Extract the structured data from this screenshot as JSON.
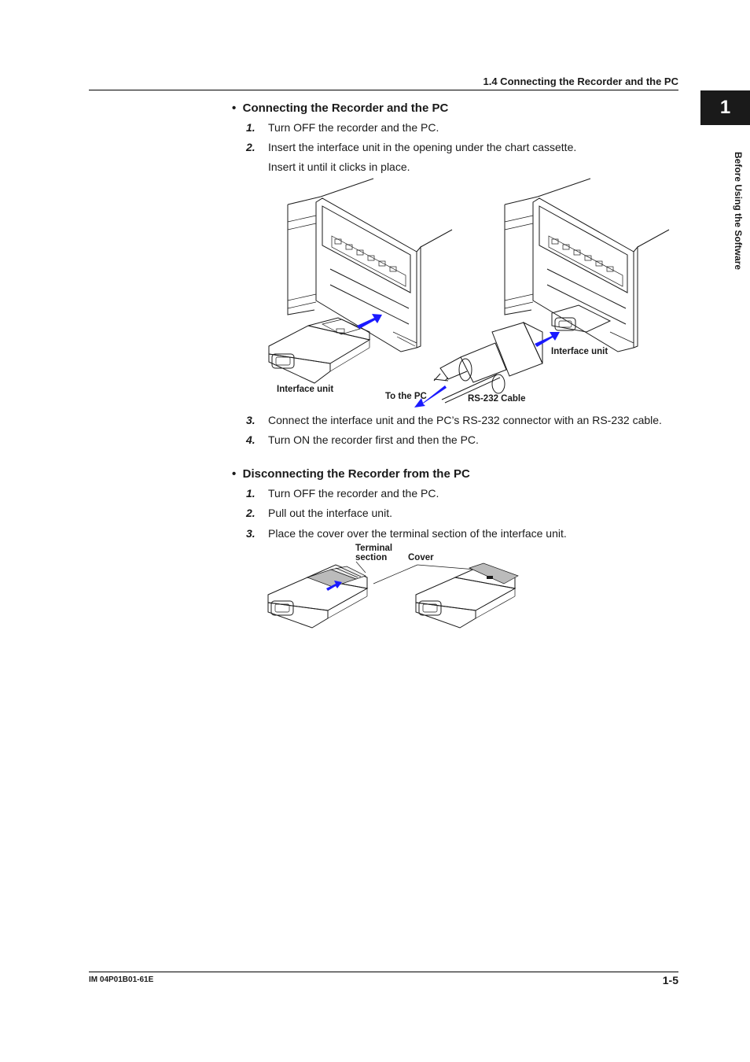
{
  "header": {
    "section_title": "1.4  Connecting the Recorder and the PC"
  },
  "chapter_tab": {
    "number": "1",
    "side_title": "Before Using the Software"
  },
  "section_connect": {
    "heading": "Connecting the Recorder and the PC",
    "steps": [
      {
        "num": "1.",
        "text": "Turn OFF the recorder and the PC."
      },
      {
        "num": "2.",
        "text": "Insert the interface unit in the opening under the chart cassette.",
        "text2": "Insert it until it clicks in place."
      },
      {
        "num": "3.",
        "text": "Connect the interface unit and the PC’s RS-232 connector with an RS-232  cable."
      },
      {
        "num": "4.",
        "text": "Turn ON the recorder first and then the PC."
      }
    ],
    "figure_labels": {
      "interface_unit_left": "Interface unit",
      "interface_unit_right": "Interface unit",
      "to_the_pc": "To the PC",
      "rs232_cable": "RS-232 Cable"
    }
  },
  "section_disconnect": {
    "heading": "Disconnecting the Recorder from the PC",
    "steps": [
      {
        "num": "1.",
        "text": "Turn OFF the recorder and the PC."
      },
      {
        "num": "2.",
        "text": "Pull out the interface unit."
      },
      {
        "num": "3.",
        "text": "Place the cover over the terminal section of the interface unit."
      }
    ],
    "figure_labels": {
      "terminal_line1": "Terminal",
      "terminal_line2": "section",
      "cover": "Cover"
    }
  },
  "footer": {
    "doc_id": "IM 04P01B01-61E",
    "page_number": "1-5"
  },
  "colors": {
    "arrow": "#1a1aff",
    "tab_bg": "#1a1a1a"
  }
}
